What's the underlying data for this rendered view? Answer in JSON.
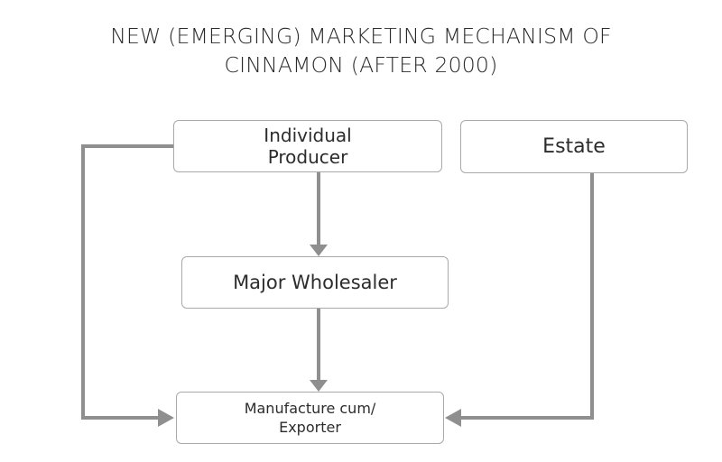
{
  "title": {
    "line1": "NEW (EMERGING) MARKETING MECHANISM OF",
    "line2": "CINNAMON (AFTER 2000)"
  },
  "nodes": {
    "producer": {
      "line1": "Individual",
      "line2": "Producer"
    },
    "estate": {
      "label": "Estate"
    },
    "wholesaler": {
      "label": "Major Wholesaler"
    },
    "exporter": {
      "line1": "Manufacture cum/",
      "line2": "Exporter"
    }
  },
  "edges": [
    {
      "from": "Individual Producer",
      "to": "Major Wholesaler"
    },
    {
      "from": "Major Wholesaler",
      "to": "Manufacture cum/ Exporter"
    },
    {
      "from": "Individual Producer",
      "to": "Manufacture cum/ Exporter"
    },
    {
      "from": "Estate",
      "to": "Manufacture cum/ Exporter"
    }
  ],
  "colors": {
    "connector": "#8f8f8f",
    "box_border": "#a9a9a9"
  }
}
